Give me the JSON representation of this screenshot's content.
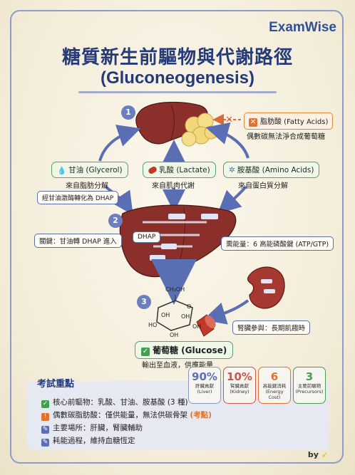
{
  "brand": "ExamWise",
  "title": "糖質新生前驅物與代謝路徑",
  "subtitle": "(Gluconeogenesis)",
  "steps": [
    "1",
    "2",
    "3"
  ],
  "fatty_acids": {
    "label": "脂肪酸 (Fatty Acids)",
    "note": "偶數碳無法淨合成葡萄糖"
  },
  "precursors": [
    {
      "label": "甘油 (Glycerol)",
      "caption": "來自脂肪分解"
    },
    {
      "label": "乳酸 (Lactate)",
      "caption": "來自肌肉代謝"
    },
    {
      "label": "胺基酸 (Amino Acids)",
      "caption": "來自蛋白質分解"
    }
  ],
  "glycerol_note": "經甘油激酶轉化為 DHAP",
  "liver_labels": {
    "dhap": "DHAP",
    "key": "關鍵：甘油轉 DHAP 進入",
    "energy": "需能量：6 高能磷酸鍵 (ATP/GTP)"
  },
  "glucose_structure": {
    "top": "CH₂OH",
    "oh1": "OH",
    "oh2": "OH",
    "oh3": "OH",
    "oh4": "OH",
    "ring_o": "O",
    "h1": "HO"
  },
  "kidney_note": "腎臟參與：長期飢餓時",
  "glucose": {
    "label": "葡萄糖 (Glucose)",
    "caption": "輸出至血液，供應能量"
  },
  "summary": {
    "title": "考試重點",
    "lines": [
      {
        "text": "核心前驅物：乳酸、甘油、胺基酸 (3 種)",
        "icon": "check-icon",
        "color": "#44a04e"
      },
      {
        "text": "偶數碳脂肪酸：僅供能量，無法供碳骨架",
        "highlight": "(考點)",
        "icon": "warning-icon",
        "color": "#e0742e"
      },
      {
        "text": "主要場所：肝臟，腎臟輔助",
        "icon": "pen-icon",
        "color": "#5b6fb4"
      },
      {
        "text": "耗能過程，維持血糖恆定",
        "icon": "pen-icon",
        "color": "#5b6fb4"
      }
    ]
  },
  "stats": [
    {
      "value": "90%",
      "label1": "肝臟貢獻",
      "label2": "(Liver)",
      "color": "#5b6fb4"
    },
    {
      "value": "10%",
      "label1": "腎臟貢獻",
      "label2": "(Kidney)",
      "color": "#c8564a"
    },
    {
      "value": "6",
      "label1": "高能鍵消耗",
      "label2": "(Energy Cost)",
      "color": "#e0742e"
    },
    {
      "value": "3",
      "label1": "主要前驅物",
      "label2": "(Precursors)",
      "color": "#44a04e"
    }
  ],
  "footer": "by",
  "colors": {
    "liver": "#8b2f2a",
    "arrow": "#5a6fb3",
    "fat": "#f3d77a",
    "accent": "#253a78"
  }
}
